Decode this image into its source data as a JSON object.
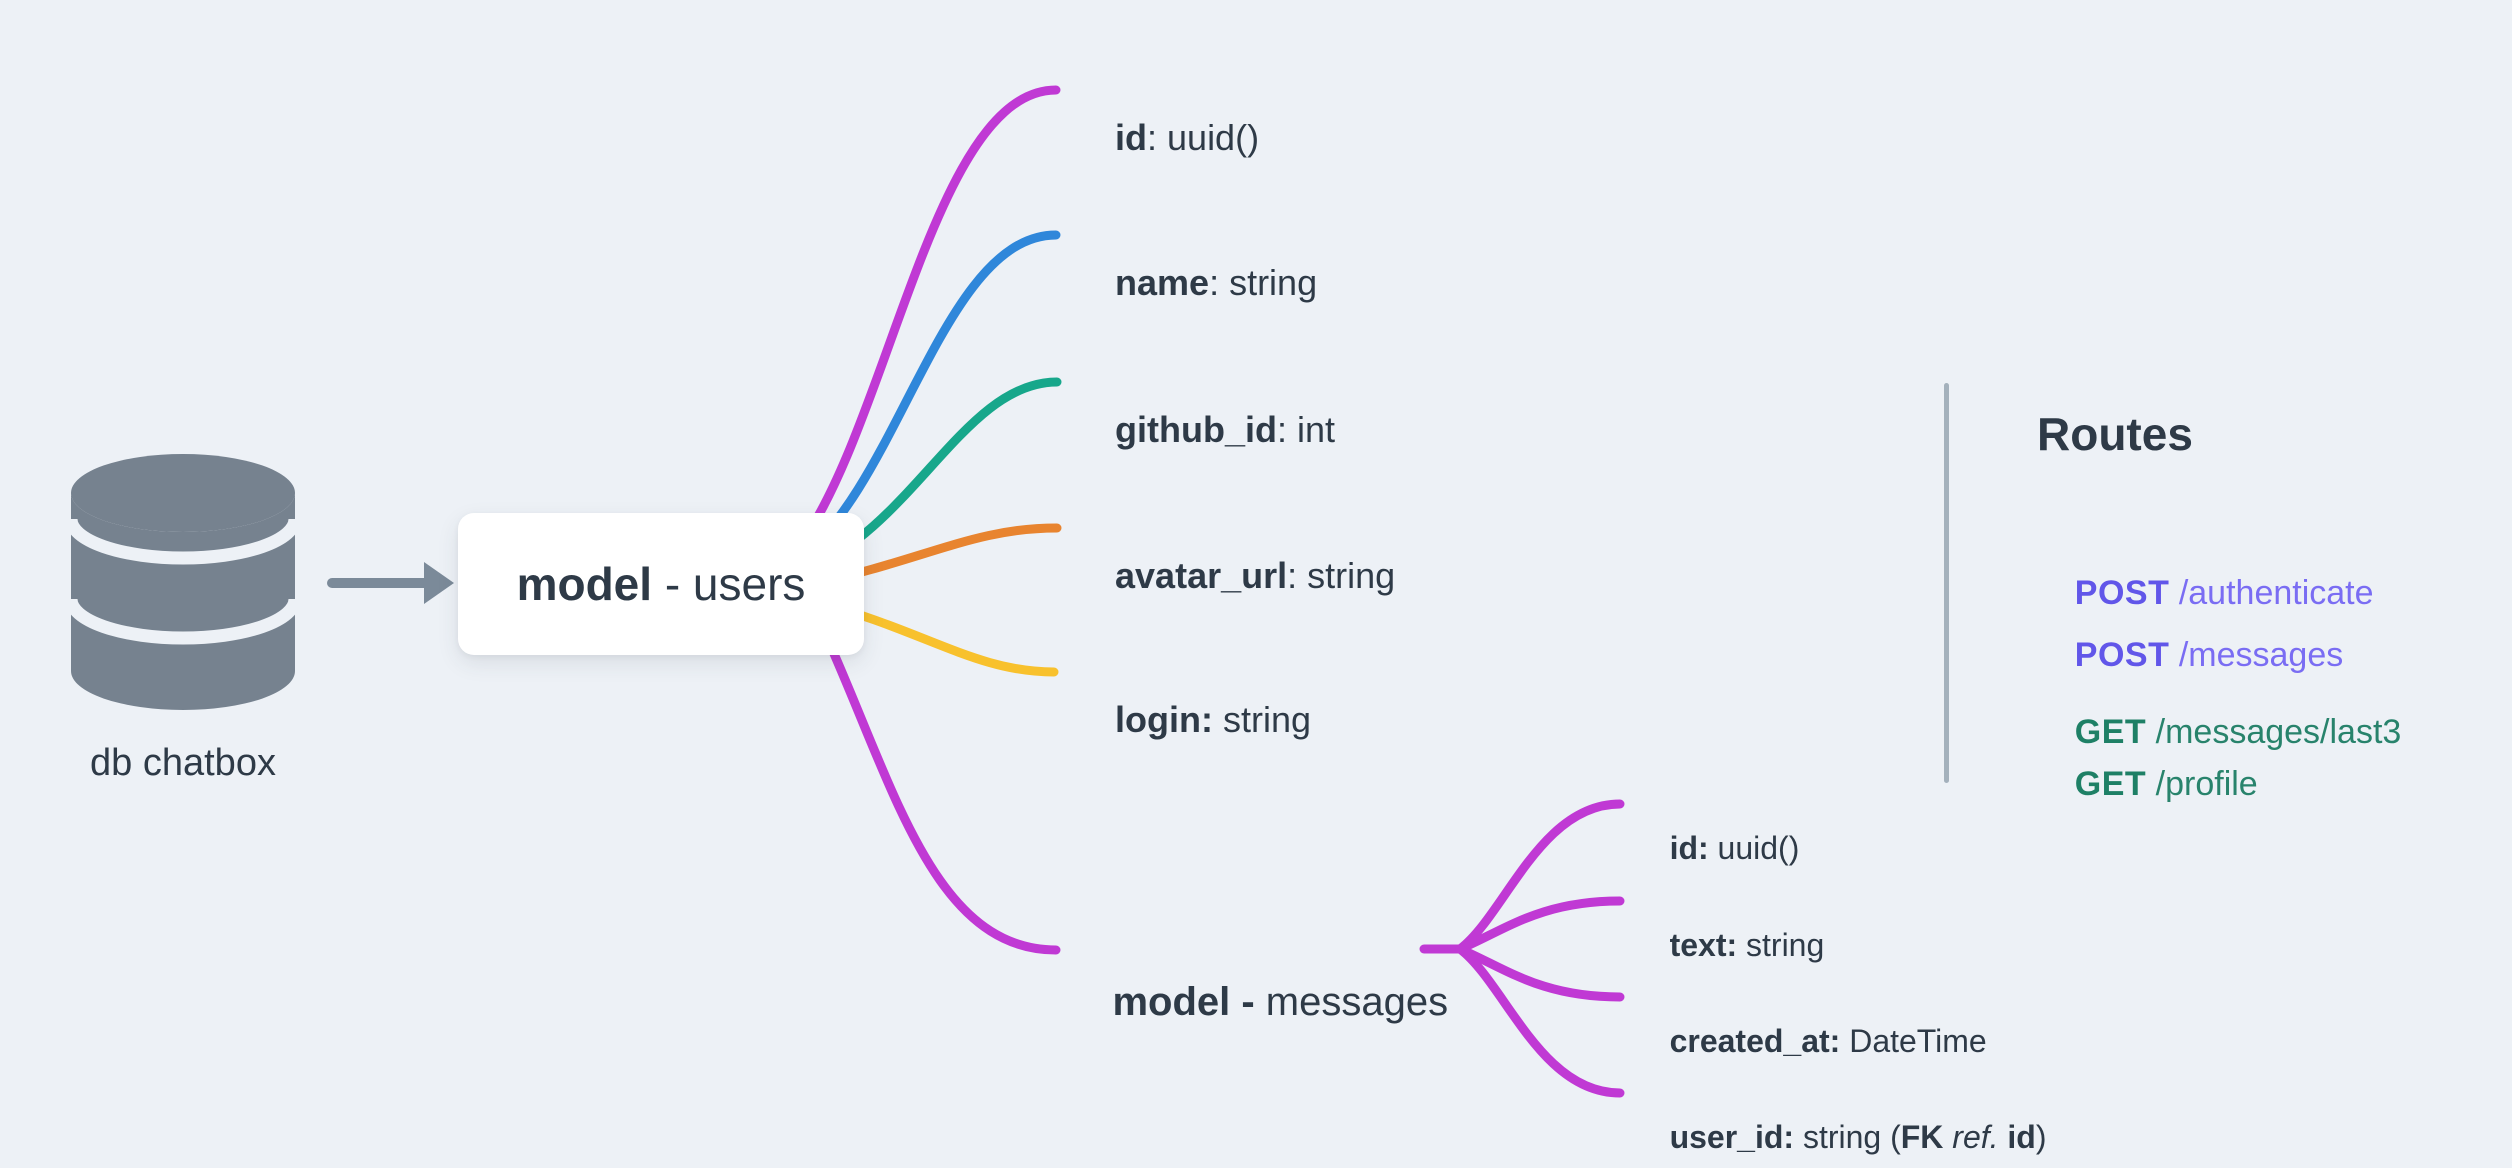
{
  "database": {
    "label": "db chatbox"
  },
  "root_node": {
    "bold": "model",
    "rest": " - users"
  },
  "fields": [
    {
      "bold": "id",
      "rest": ": uuid()"
    },
    {
      "bold": "name",
      "rest": ": string"
    },
    {
      "bold": "github_id",
      "rest": ": int"
    },
    {
      "bold": "avatar_url",
      "rest": ": string"
    },
    {
      "bold": "login:",
      "rest": " string"
    }
  ],
  "messages_node": {
    "bold": "model -",
    "rest": " messages"
  },
  "message_fields": [
    {
      "bold": "id:",
      "rest": " uuid()"
    },
    {
      "bold": "text:",
      "rest": " string"
    },
    {
      "bold": "created_at:",
      "rest": " DateTime"
    },
    {
      "bold": "user_id:",
      "rest": " string (",
      "fk": "FK",
      "ref": " ref. ",
      "id_ref": "id",
      "close": ")"
    }
  ],
  "routes": {
    "title": "Routes",
    "items": [
      {
        "method": "POST",
        "path": "/authenticate"
      },
      {
        "method": "POST",
        "path": "/messages"
      },
      {
        "method": "GET",
        "path": "/messages/last3"
      },
      {
        "method": "GET",
        "path": "/profile"
      }
    ]
  },
  "colors": {
    "background": "#edf1f6",
    "text": "#2e3a47",
    "node_bg": "#ffffff",
    "slate": "#76828f",
    "arrow": "#7b8a99",
    "divider": "#a4b1bc",
    "branch_id": "#c039d4",
    "branch_name": "#2f87da",
    "branch_github": "#17a78b",
    "branch_avatar": "#e8842f",
    "branch_login": "#f8c12d",
    "branch_messages": "#c039d4",
    "post": "#6156e9",
    "post_path": "#7a6df3",
    "get": "#1e8066",
    "get_path": "#28836c"
  }
}
